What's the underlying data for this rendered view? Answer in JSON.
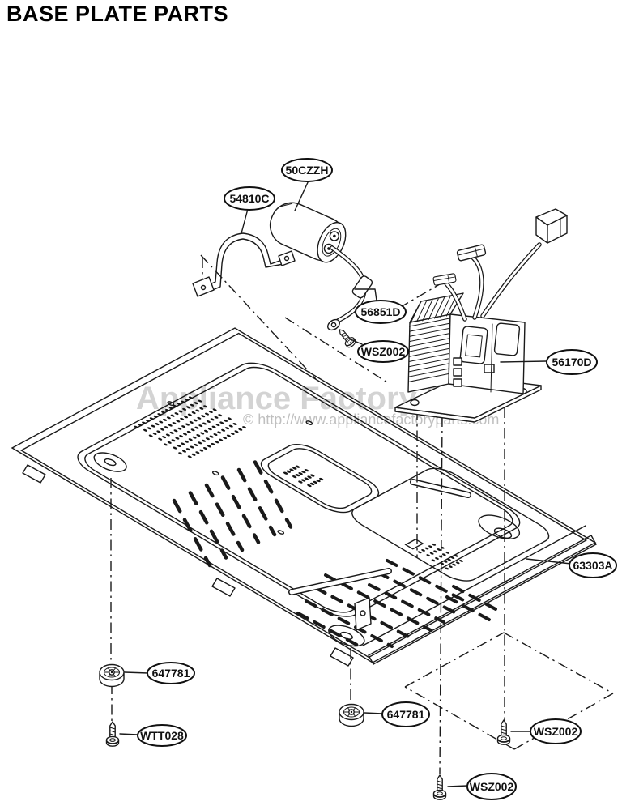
{
  "page": {
    "title": "BASE PLATE PARTS"
  },
  "watermark": {
    "brand": "Appliance Factory Parts",
    "url": "© http://www.appliancefactoryparts.com"
  },
  "callouts": [
    {
      "id": "capacitor",
      "label": "50CZZH"
    },
    {
      "id": "capacitor-bracket",
      "label": "54810C"
    },
    {
      "id": "diode-wire",
      "label": "56851D"
    },
    {
      "id": "screw-capacitor",
      "label": "WSZ002"
    },
    {
      "id": "transformer",
      "label": "56170D"
    },
    {
      "id": "base-plate",
      "label": "63303A"
    },
    {
      "id": "foot-left",
      "label": "647781"
    },
    {
      "id": "foot-center",
      "label": "647781"
    },
    {
      "id": "screw-foot-left",
      "label": "WTT028"
    },
    {
      "id": "screw-right",
      "label": "WSZ002"
    },
    {
      "id": "screw-bottom",
      "label": "WSZ002"
    }
  ]
}
